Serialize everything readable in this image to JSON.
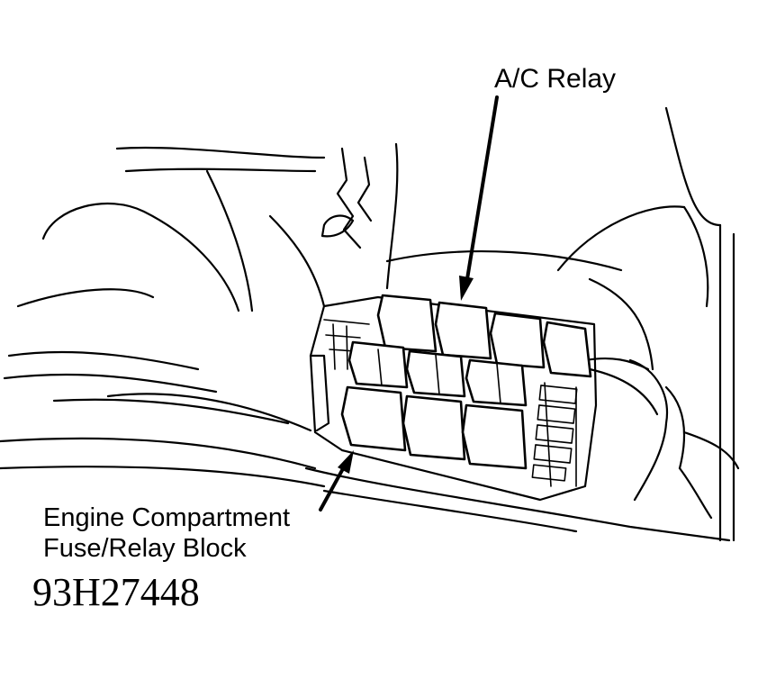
{
  "diagram": {
    "callouts": {
      "ac_relay": "A/C Relay",
      "fuse_block_line1": "Engine Compartment",
      "fuse_block_line2": "Fuse/Relay Block"
    },
    "figure_code": "93H27448"
  }
}
